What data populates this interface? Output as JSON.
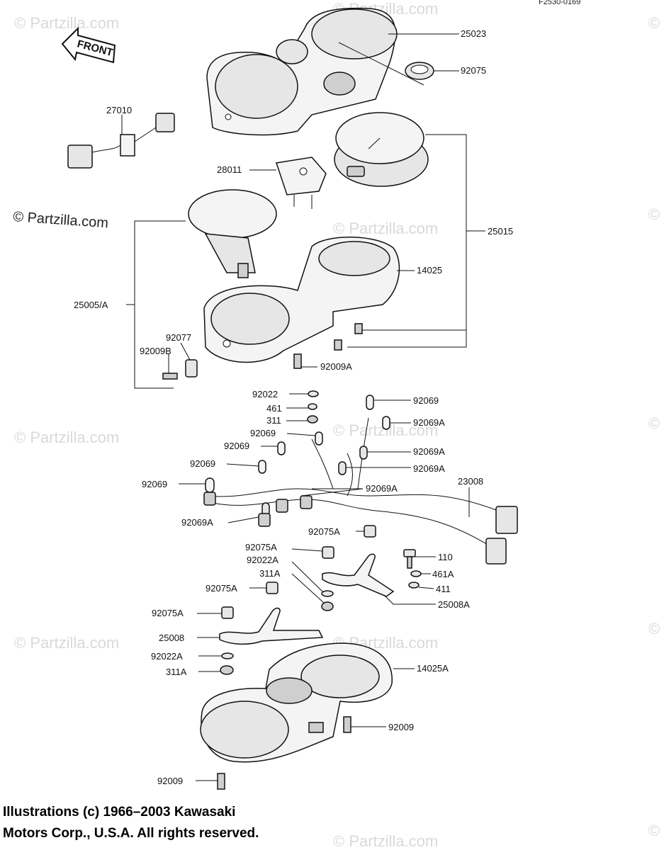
{
  "diagram_code": "F2530-0169",
  "front_arrow": "FRONT",
  "watermarks": {
    "main": "© Partzilla.com",
    "faint": "© Partzilla.com",
    "faint_short": "©"
  },
  "copyright": {
    "line1": "Illustrations (c) 1966–2003 Kawasaki",
    "line2": "Motors Corp., U.S.A.  All rights reserved."
  },
  "part_labels": {
    "p25023": "25023",
    "p92075": "92075",
    "p27010": "27010",
    "p28011": "28011",
    "p25015": "25015",
    "p14025": "14025",
    "p25005A": "25005/A",
    "p92077": "92077",
    "p92009B": "92009B",
    "p92009A": "92009A",
    "p92022": "92022",
    "p461": "461",
    "p311": "311",
    "p92069_a": "92069",
    "p92069A_a": "92069A",
    "p92069_b": "92069",
    "p92069A_b": "92069A",
    "p92069_c": "92069",
    "p92069A_c": "92069A",
    "p92069_d": "92069",
    "p92069A_d": "92069A",
    "p92069_e": "92069",
    "p23008": "23008",
    "p92069A_e": "92069A",
    "p92075A_a": "92075A",
    "p92075A_b": "92075A",
    "p110": "110",
    "p92022A_a": "92022A",
    "p461A": "461A",
    "p311A_a": "311A",
    "p411": "411",
    "p92075A_c": "92075A",
    "p25008A": "25008A",
    "p92075A_d": "92075A",
    "p25008": "25008",
    "p92022A_b": "92022A",
    "p14025A": "14025A",
    "p311A_b": "311A",
    "p92009_a": "92009",
    "p92009_b": "92009"
  }
}
